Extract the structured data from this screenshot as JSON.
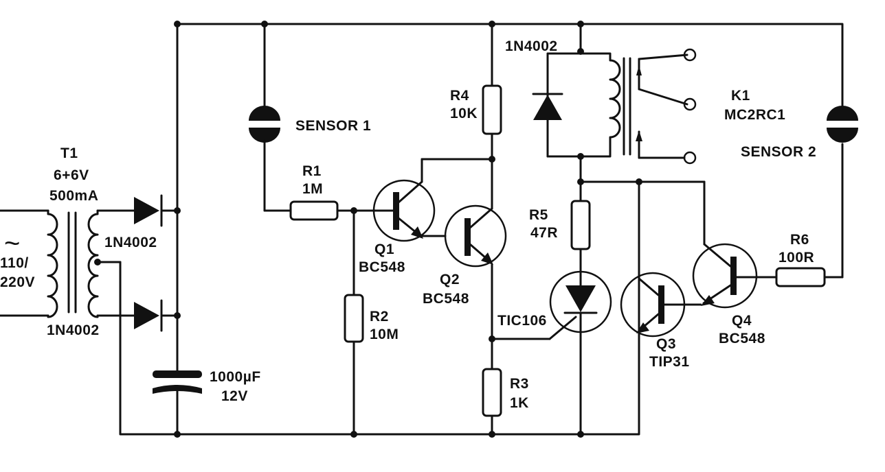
{
  "labels": {
    "t1_name": "T1",
    "t1_voltage": "6+6V",
    "t1_current": "500mA",
    "mains_symbol": "~",
    "mains_line1": "110/",
    "mains_line2": "220V",
    "d_top": "1N4002",
    "d_bottom": "1N4002",
    "d_relay": "1N4002",
    "capacitor_value": "1000µF",
    "capacitor_voltage": "12V",
    "sensor1": "SENSOR 1",
    "sensor2": "SENSOR 2",
    "r1_name": "R1",
    "r1_value": "1M",
    "r2_name": "R2",
    "r2_value": "10M",
    "r3_name": "R3",
    "r3_value": "1K",
    "r4_name": "R4",
    "r4_value": "10K",
    "r5_name": "R5",
    "r5_value": "47R",
    "r6_name": "R6",
    "r6_value": "100R",
    "q1_name": "Q1",
    "q1_type": "BC548",
    "q2_name": "Q2",
    "q2_type": "BC548",
    "q3_name": "Q3",
    "q3_type": "TIP31",
    "q4_name": "Q4",
    "q4_type": "BC548",
    "scr": "TIC106",
    "k1_name": "K1",
    "k1_type": "MC2RC1"
  }
}
